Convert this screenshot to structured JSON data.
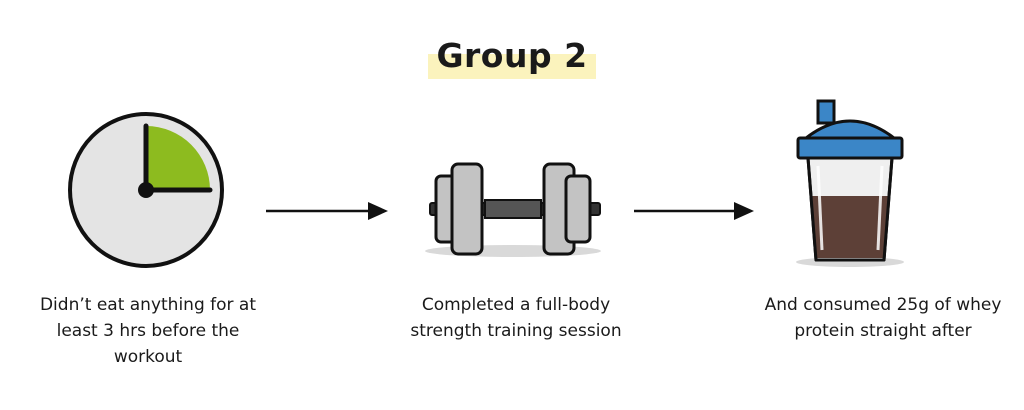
{
  "title": "Group 2",
  "steps": [
    {
      "icon": "clock-icon",
      "caption": "Didn’t eat anything for at least 3 hrs before the workout"
    },
    {
      "icon": "dumbbell-icon",
      "caption": "Completed a full-body strength training session"
    },
    {
      "icon": "protein-shaker-icon",
      "caption": "And consumed 25g of whey protein straight after"
    }
  ],
  "colors": {
    "highlight": "#fbf3bd",
    "clock_fill": "#8dbb1f",
    "shaker_lid": "#3b86c7",
    "shake": "#5d4037"
  }
}
